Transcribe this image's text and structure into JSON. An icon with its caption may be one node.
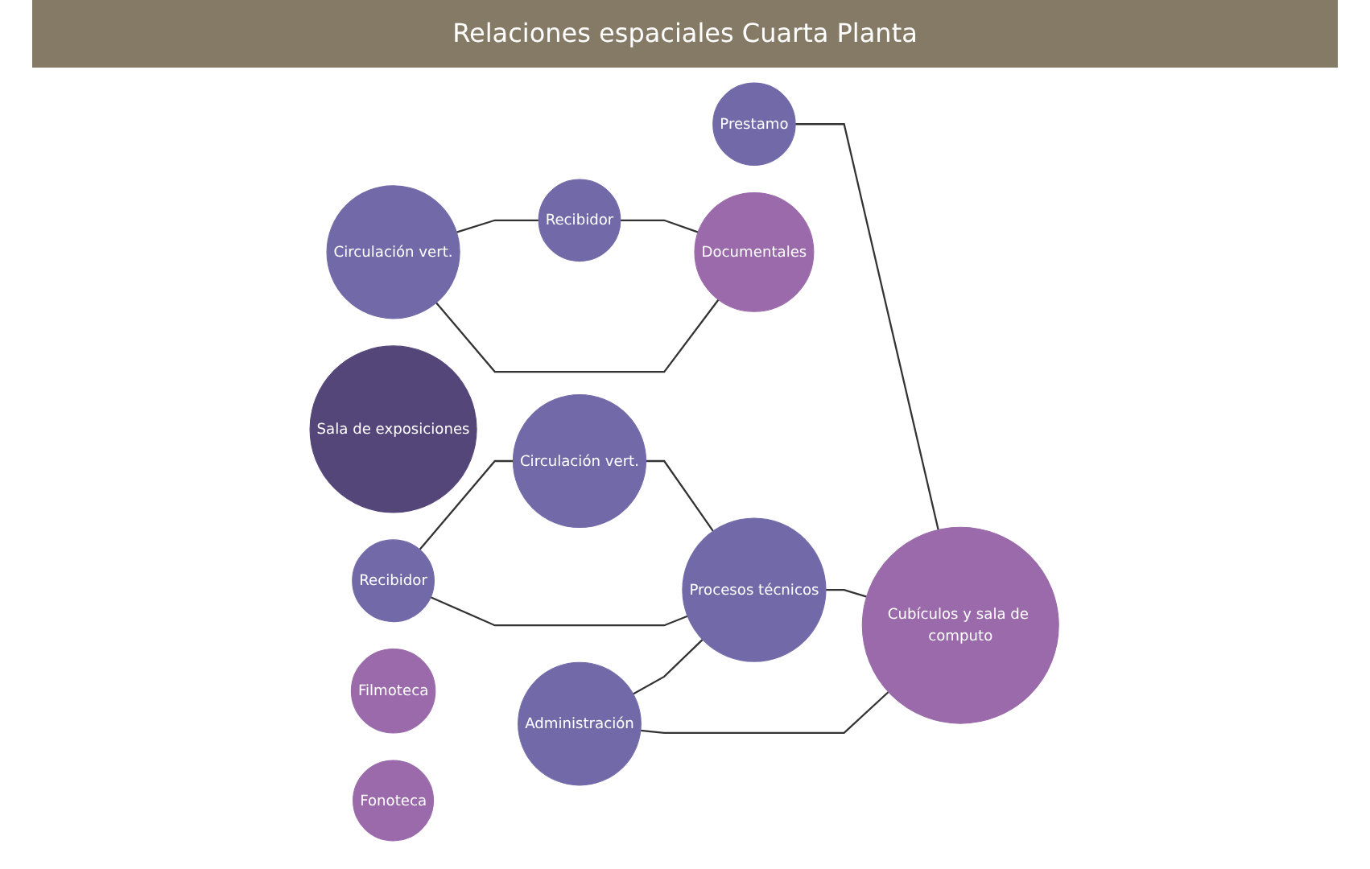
{
  "diagram": {
    "title": "Relaciones espaciales Cuarta Planta",
    "nodes": [
      {
        "text": [
          "Recibidor"
        ]
      },
      {
        "text": [
          "Circulación vert."
        ]
      },
      {
        "text": [
          "Administración"
        ]
      },
      {
        "text": [
          "Procesos técnicos"
        ]
      },
      {
        "text": [
          "Cubículos y sala de computo"
        ]
      },
      {
        "text": [
          "Documentales"
        ]
      },
      {
        "text": [
          "Sala de exposiciones"
        ]
      },
      {
        "text": [
          "Circulación vert."
        ]
      },
      {
        "text": [
          "Prestamo"
        ]
      },
      {
        "text": [
          "Recibidor"
        ]
      },
      {
        "text": [
          "Filmoteca"
        ]
      },
      {
        "text": [
          "Fonoteca"
        ]
      }
    ],
    "edges": [
      {
        "from": 2,
        "to": 3,
        "arrow": "none"
      },
      {
        "from": 0,
        "to": 3,
        "arrow": "none"
      },
      {
        "from": 0,
        "to": 1,
        "arrow": "none"
      },
      {
        "from": 1,
        "to": 3,
        "arrow": "none"
      },
      {
        "from": 2,
        "to": 4,
        "arrow": "none"
      },
      {
        "from": 3,
        "to": 4,
        "arrow": "none"
      },
      {
        "from": 8,
        "to": 4,
        "arrow": "none"
      },
      {
        "from": 7,
        "to": 5,
        "arrow": "none"
      },
      {
        "from": 7,
        "to": 9,
        "arrow": "none"
      },
      {
        "from": 9,
        "to": 5,
        "arrow": "none"
      }
    ]
  }
}
